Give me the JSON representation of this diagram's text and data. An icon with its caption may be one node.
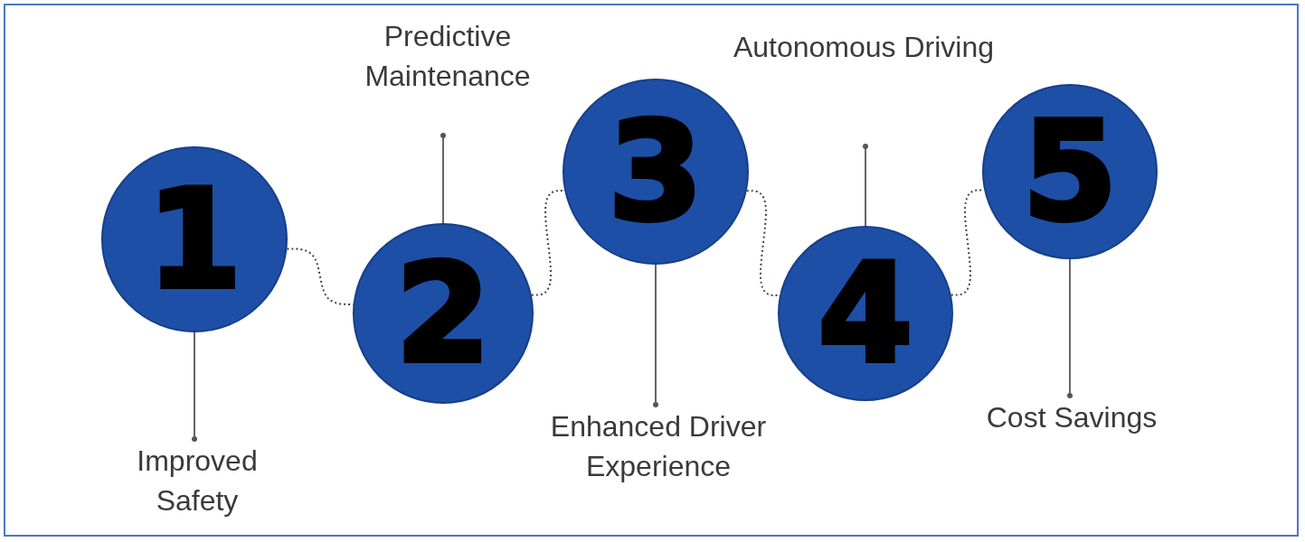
{
  "diagram": {
    "nodes": [
      {
        "text": [
          "1"
        ]
      },
      {
        "text": [
          "2"
        ]
      },
      {
        "text": [
          "3"
        ]
      },
      {
        "text": [
          "4"
        ]
      },
      {
        "text": [
          "5"
        ]
      },
      {
        "text": [
          "Improved Safety"
        ]
      },
      {
        "text": [
          "Predictive Maintenance"
        ]
      },
      {
        "text": [
          "Enhanced Driver Experience"
        ]
      },
      {
        "text": [
          "Autonomous Driving"
        ]
      },
      {
        "text": [
          "Cost Savings"
        ]
      }
    ],
    "edges": [
      {
        "from": 0,
        "to": 1,
        "arrow": "none",
        "style": "dashed"
      },
      {
        "from": 1,
        "to": 2,
        "arrow": "none",
        "style": "dashed"
      },
      {
        "from": 2,
        "to": 3,
        "arrow": "none",
        "style": "dashed"
      },
      {
        "from": 3,
        "to": 4,
        "arrow": "none",
        "style": "dashed"
      },
      {
        "from": 0,
        "to": 5,
        "arrow": "other"
      },
      {
        "from": 1,
        "to": 6,
        "arrow": "other"
      },
      {
        "from": 2,
        "to": 7,
        "arrow": "other"
      },
      {
        "from": 3,
        "to": 8,
        "arrow": "other"
      },
      {
        "from": 4,
        "to": 9,
        "arrow": "other"
      }
    ]
  }
}
